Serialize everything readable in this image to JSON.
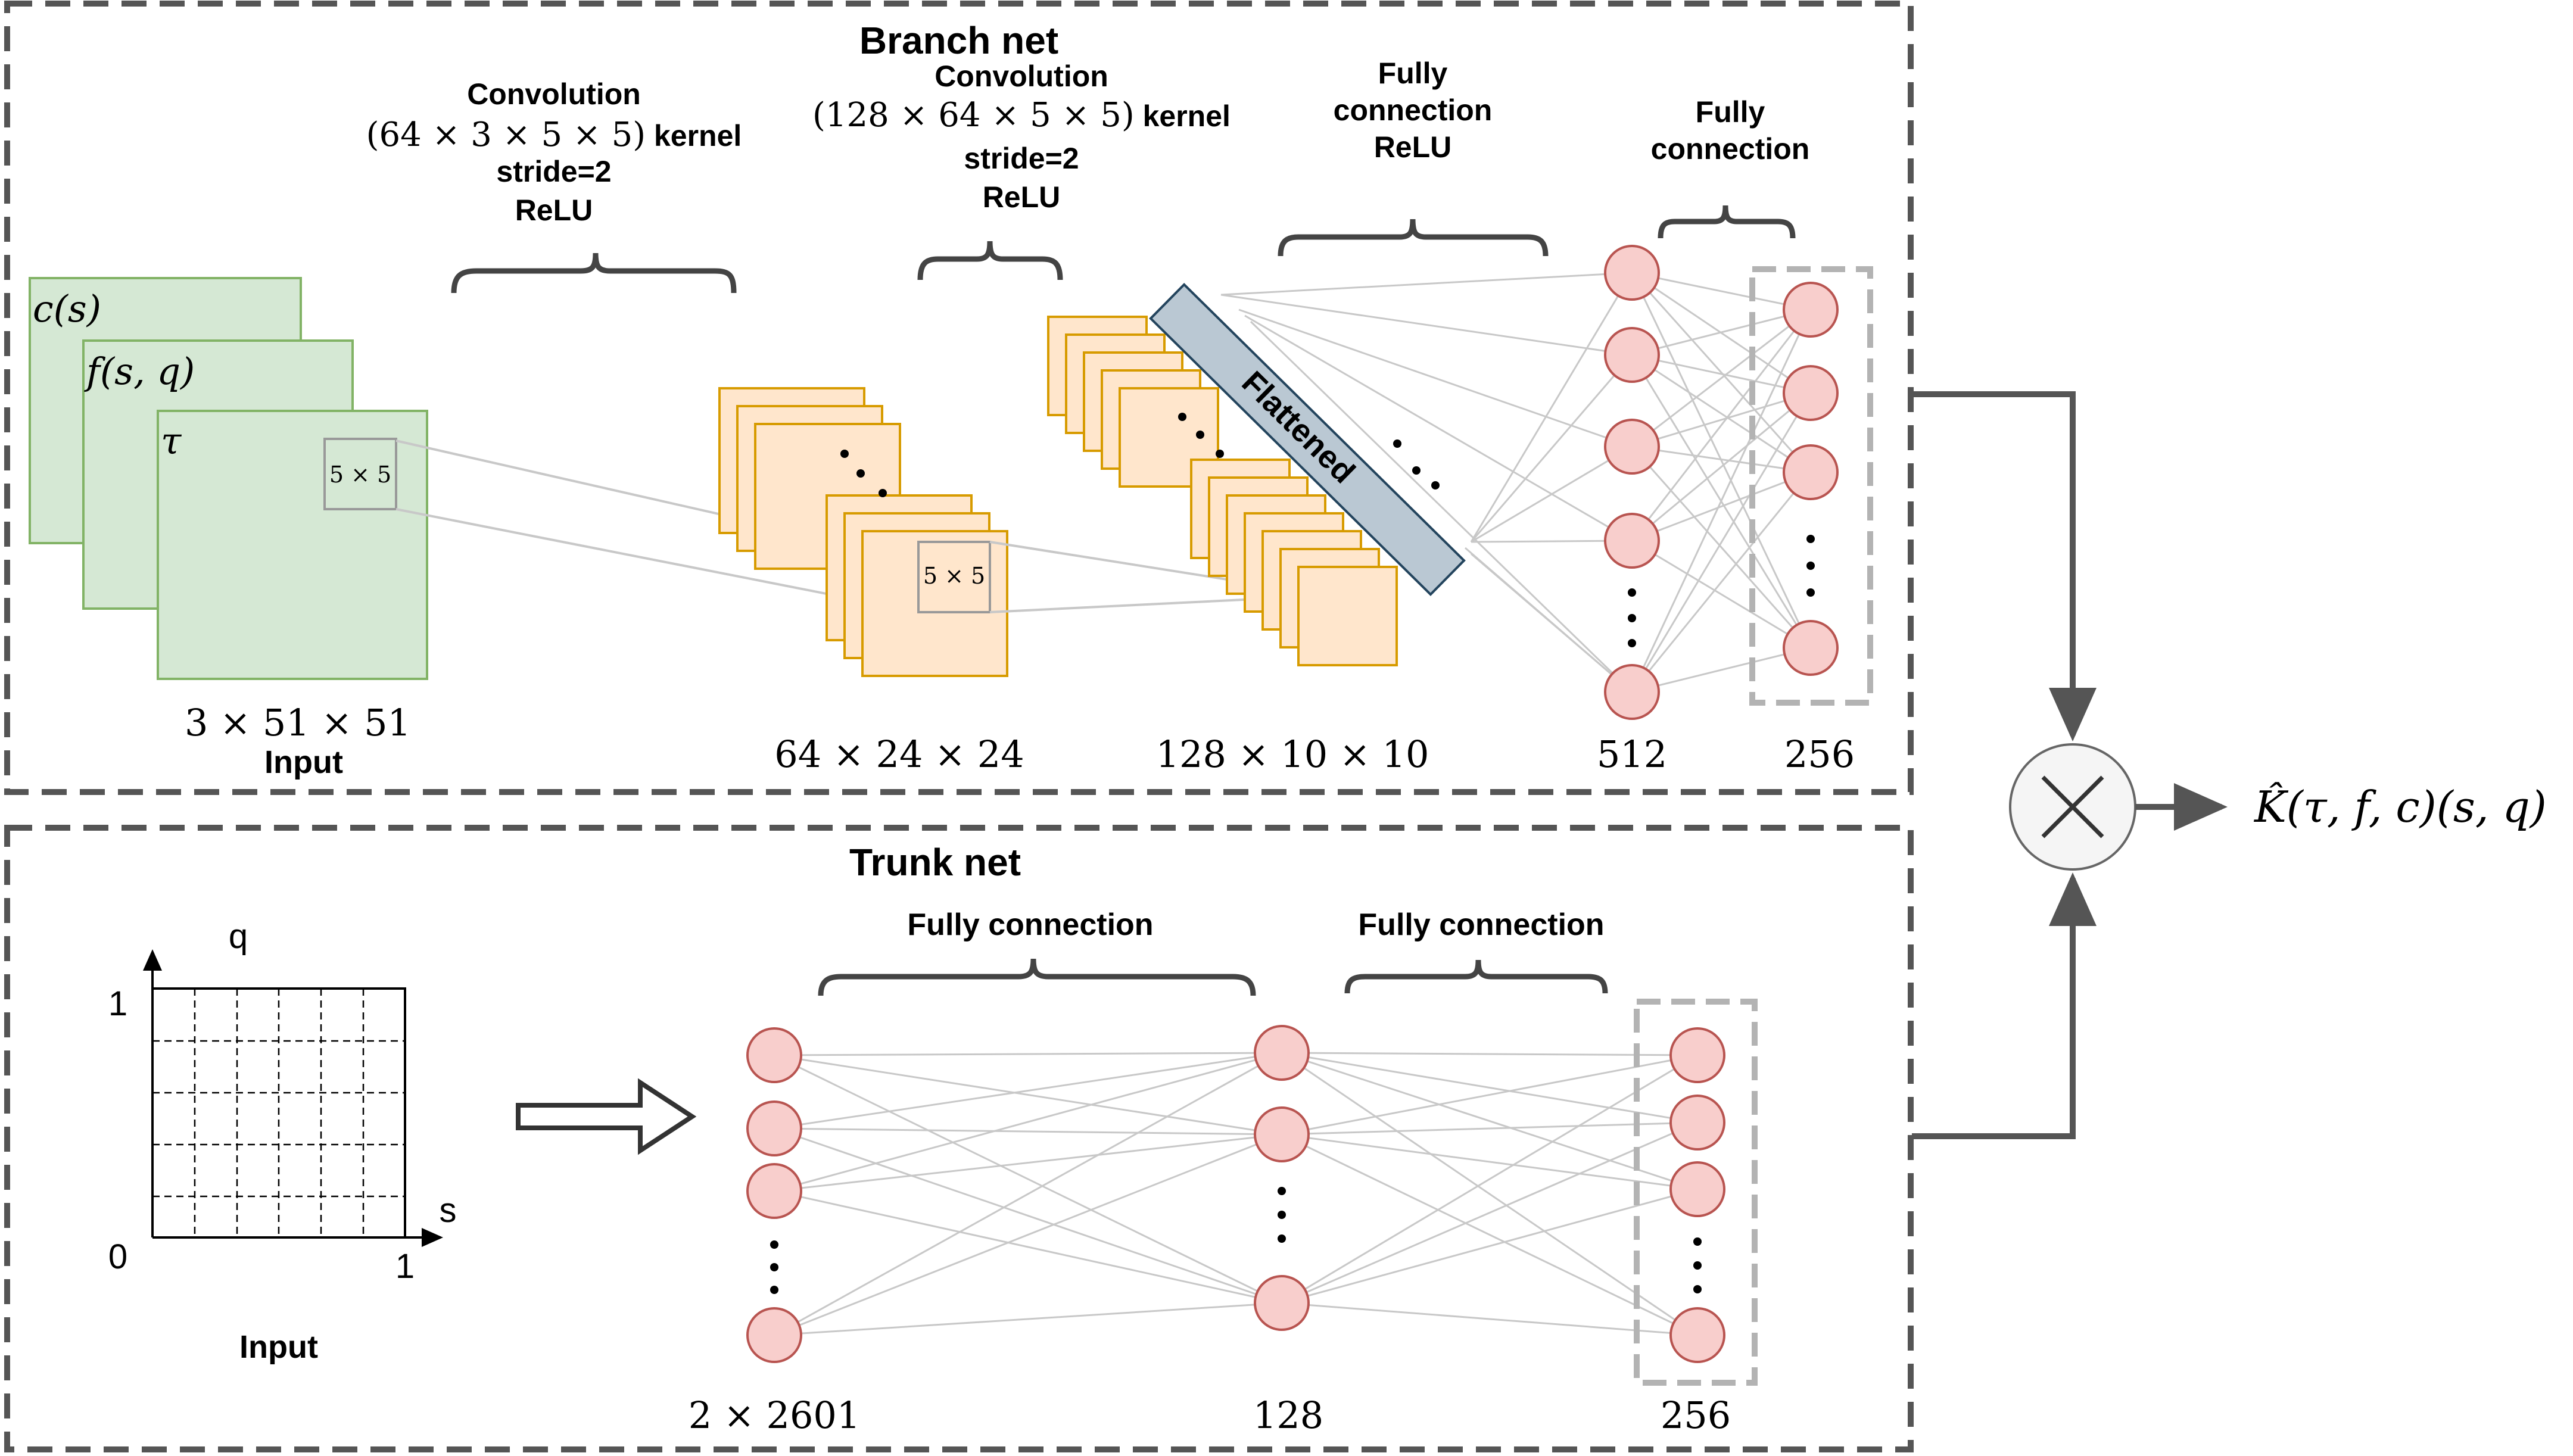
{
  "colors": {
    "green_fill": "#d5e8d4",
    "green_stroke": "#82b366",
    "orange_fill": "#ffe6cc",
    "orange_stroke": "#d79b00",
    "node_fill": "#f8cecc",
    "node_stroke": "#b85450",
    "flatten_fill": "#bac8d3",
    "flatten_stroke": "#23445d",
    "frame": "#555555",
    "line": "#c8c8c8"
  },
  "branch": {
    "title": "Branch net",
    "conv1": {
      "l1": "Convolution",
      "l2_math": "(64 × 3 × 5 × 5)",
      "l2_text": " kernel",
      "l3": "stride=2",
      "l4": "ReLU"
    },
    "conv2": {
      "l1": "Convolution",
      "l2_math": "(128 × 64 × 5 × 5)",
      "l2_text": " kernel",
      "l3": "stride=2",
      "l4": "ReLU"
    },
    "fc1": {
      "l1": "Fully",
      "l2": "connection",
      "l3": "ReLU"
    },
    "fc2": {
      "l1": "Fully",
      "l2": "connection"
    },
    "inputs": {
      "c": "c(s)",
      "f": "f(s, q)",
      "tau": "τ"
    },
    "patch": "5 × 5",
    "flattened": "Flattened",
    "dims": {
      "input": "3 × 51 × 51",
      "input_label": "Input",
      "l1": "64 × 24 × 24",
      "l2": "128 × 10 × 10",
      "fc1": "512",
      "fc2": "256"
    }
  },
  "trunk": {
    "title": "Trunk net",
    "fc1": "Fully connection",
    "fc2": "Fully connection",
    "axes": {
      "q": "q",
      "s": "s",
      "one_y": "1",
      "zero": "0",
      "one_x": "1"
    },
    "input_label": "Input",
    "dims": {
      "input": "2 × 2601",
      "l1": "128",
      "l2": "256"
    }
  },
  "output": "K̂(τ, f, c)(s, q)"
}
